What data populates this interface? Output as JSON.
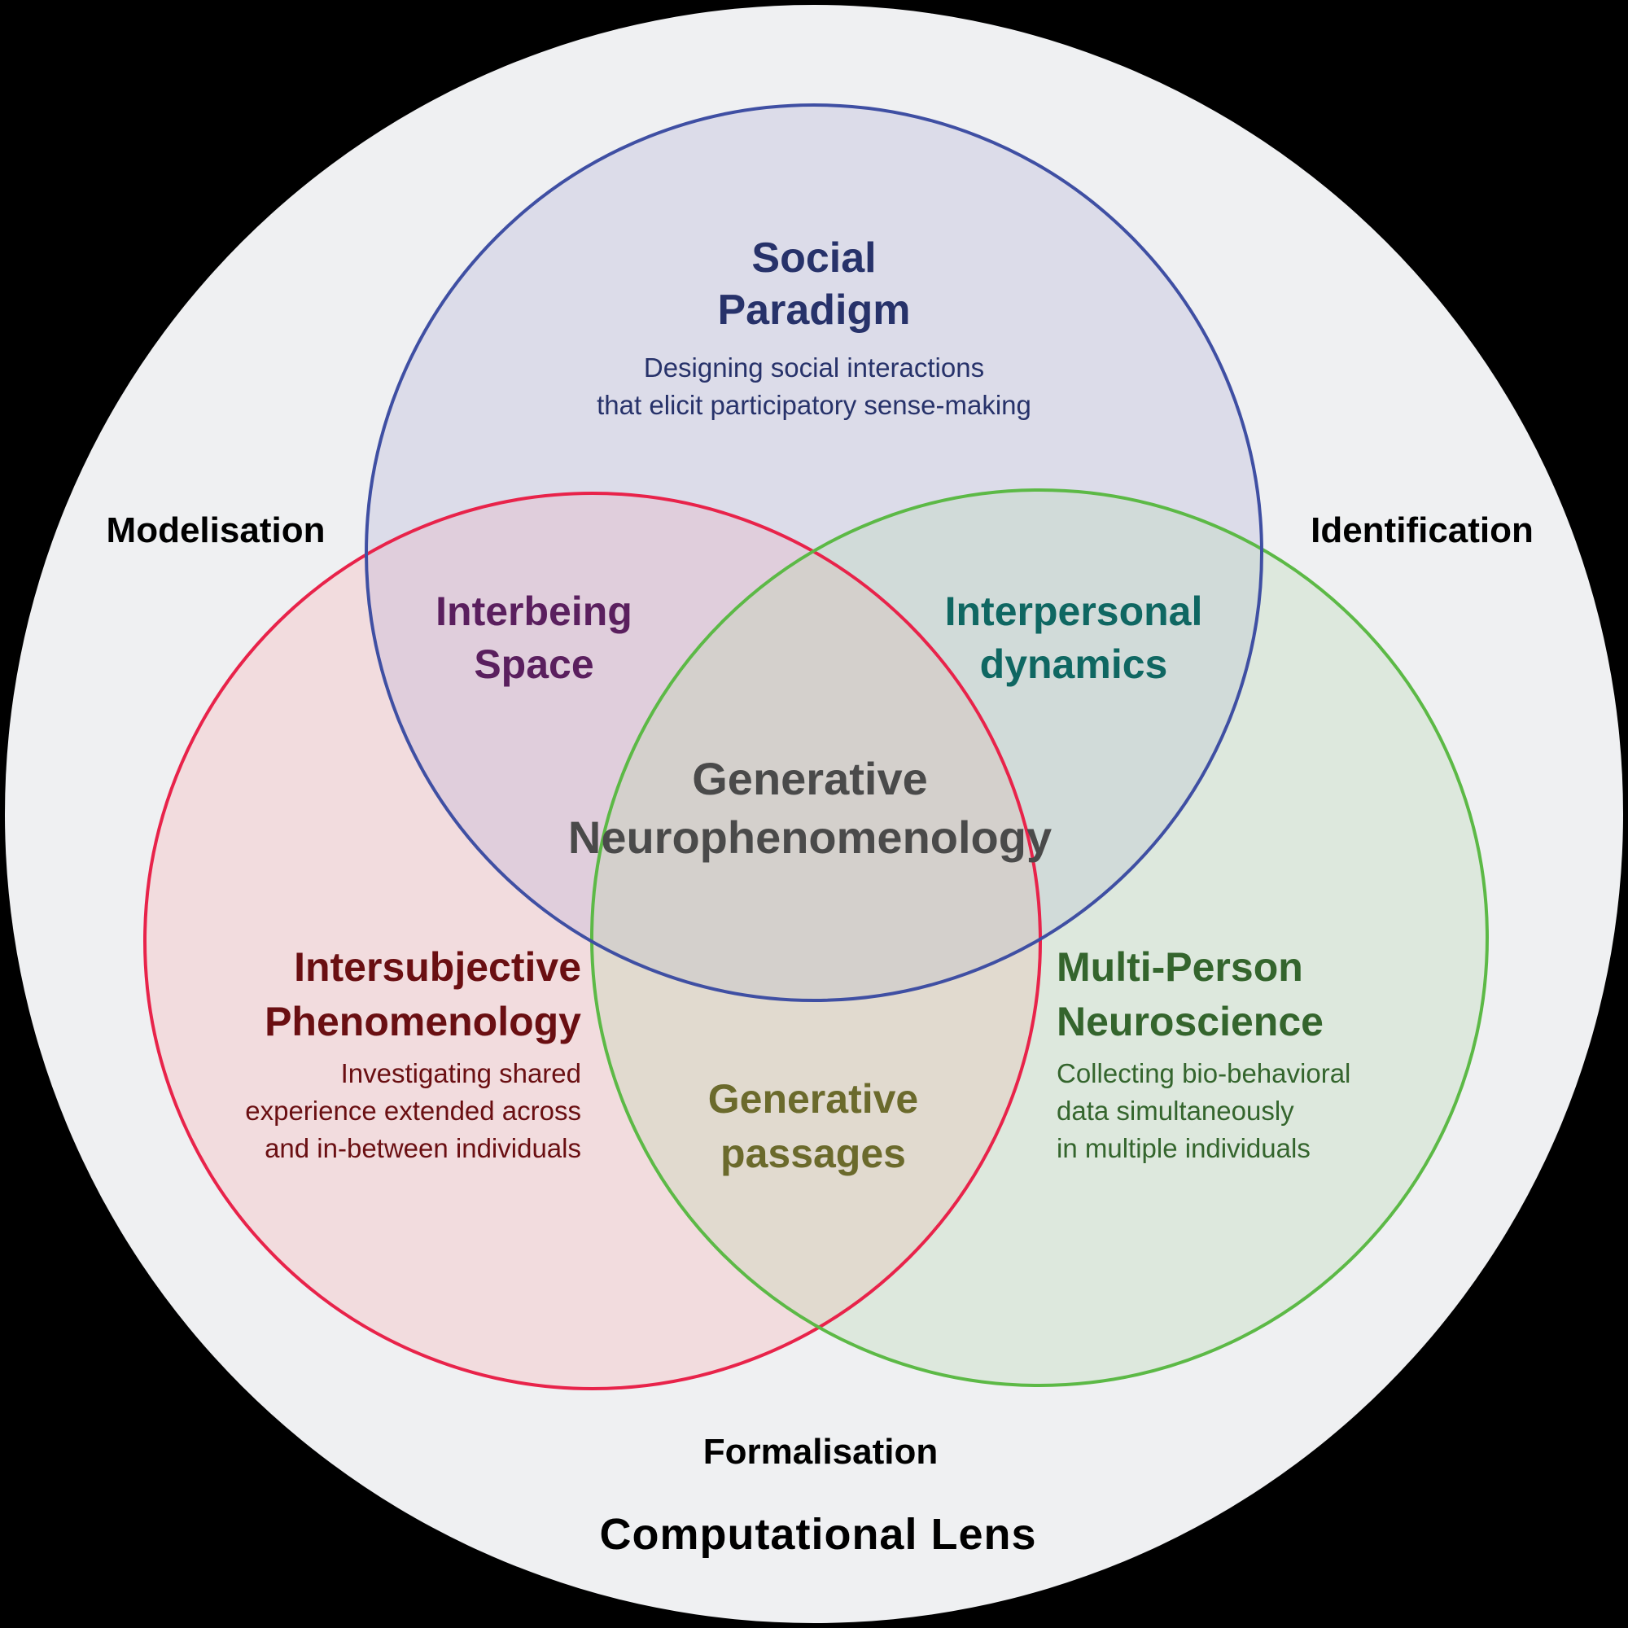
{
  "diagram": {
    "title": "Computational Lens",
    "colors": {
      "background": "#000000",
      "outer_fill": "#eff0f2",
      "social_stroke": "#3f4fa3",
      "social_fill": "#dcdce9",
      "social_text": "#27326a",
      "phenomenology_stroke": "#e8234a",
      "phenomenology_fill": "#f2dcde",
      "phenomenology_text": "#6a0f12",
      "neuroscience_stroke": "#5cb946",
      "neuroscience_fill": "#dde8dd",
      "neuroscience_text": "#34652d",
      "interbeing_text": "#5a1f5e",
      "interpersonal_text": "#0f6762",
      "generative_passages_text": "#6b6a2c",
      "center_text": "#4a4a4a",
      "lens_text": "#000000"
    },
    "lens_labels": {
      "left": "Modelisation",
      "right": "Identification",
      "bottom": "Formalisation",
      "caption": "Computational Lens"
    },
    "sets": {
      "social": {
        "title_lines": [
          "Social",
          "Paradigm"
        ],
        "description_lines": [
          "Designing social interactions",
          "that elicit participatory sense-making"
        ]
      },
      "phenomenology": {
        "title_lines": [
          "Intersubjective",
          "Phenomenology"
        ],
        "description_lines": [
          "Investigating shared",
          "experience extended across",
          "and in-between individuals"
        ]
      },
      "neuroscience": {
        "title_lines": [
          "Multi-Person",
          "Neuroscience"
        ],
        "description_lines": [
          "Collecting bio-behavioral",
          "data simultaneously",
          "in multiple individuals"
        ]
      }
    },
    "intersections": {
      "social_phenomenology": [
        "Interbeing",
        "Space"
      ],
      "social_neuroscience": [
        "Interpersonal",
        "dynamics"
      ],
      "phenomenology_neuroscience": [
        "Generative",
        "passages"
      ],
      "all": [
        "Generative",
        "Neurophenomenology"
      ]
    }
  }
}
